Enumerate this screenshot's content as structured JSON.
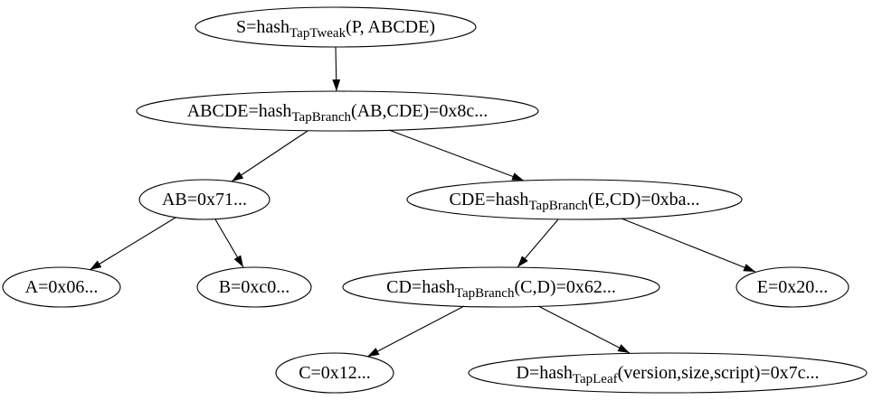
{
  "diagram": {
    "type": "tree",
    "description": "Taproot merkle tree of script hashes",
    "background_color": "#ffffff",
    "stroke_color": "#000000",
    "text_color": "#000000",
    "nodes": [
      {
        "id": "S",
        "label_prefix": "S=hash",
        "label_sub": "TapTweak",
        "label_suffix": "(P, ABCDE)"
      },
      {
        "id": "ABCDE",
        "label_prefix": "ABCDE=hash",
        "label_sub": "TapBranch",
        "label_suffix": "(AB,CDE)=0x8c..."
      },
      {
        "id": "AB",
        "label_prefix": "AB=0x71...",
        "label_sub": "",
        "label_suffix": ""
      },
      {
        "id": "CDE",
        "label_prefix": "CDE=hash",
        "label_sub": "TapBranch",
        "label_suffix": "(E,CD)=0xba..."
      },
      {
        "id": "A",
        "label_prefix": "A=0x06...",
        "label_sub": "",
        "label_suffix": ""
      },
      {
        "id": "B",
        "label_prefix": "B=0xc0...",
        "label_sub": "",
        "label_suffix": ""
      },
      {
        "id": "CD",
        "label_prefix": "CD=hash",
        "label_sub": "TapBranch",
        "label_suffix": "(C,D)=0x62..."
      },
      {
        "id": "E",
        "label_prefix": "E=0x20...",
        "label_sub": "",
        "label_suffix": ""
      },
      {
        "id": "C",
        "label_prefix": "C=0x12...",
        "label_sub": "",
        "label_suffix": ""
      },
      {
        "id": "D",
        "label_prefix": "D=hash",
        "label_sub": "TapLeaf",
        "label_suffix": "(version,size,script)=0x7c..."
      }
    ],
    "edges": [
      {
        "from": "S",
        "to": "ABCDE"
      },
      {
        "from": "ABCDE",
        "to": "AB"
      },
      {
        "from": "ABCDE",
        "to": "CDE"
      },
      {
        "from": "AB",
        "to": "A"
      },
      {
        "from": "AB",
        "to": "B"
      },
      {
        "from": "CDE",
        "to": "CD"
      },
      {
        "from": "CDE",
        "to": "E"
      },
      {
        "from": "CD",
        "to": "C"
      },
      {
        "from": "CD",
        "to": "D"
      }
    ]
  }
}
